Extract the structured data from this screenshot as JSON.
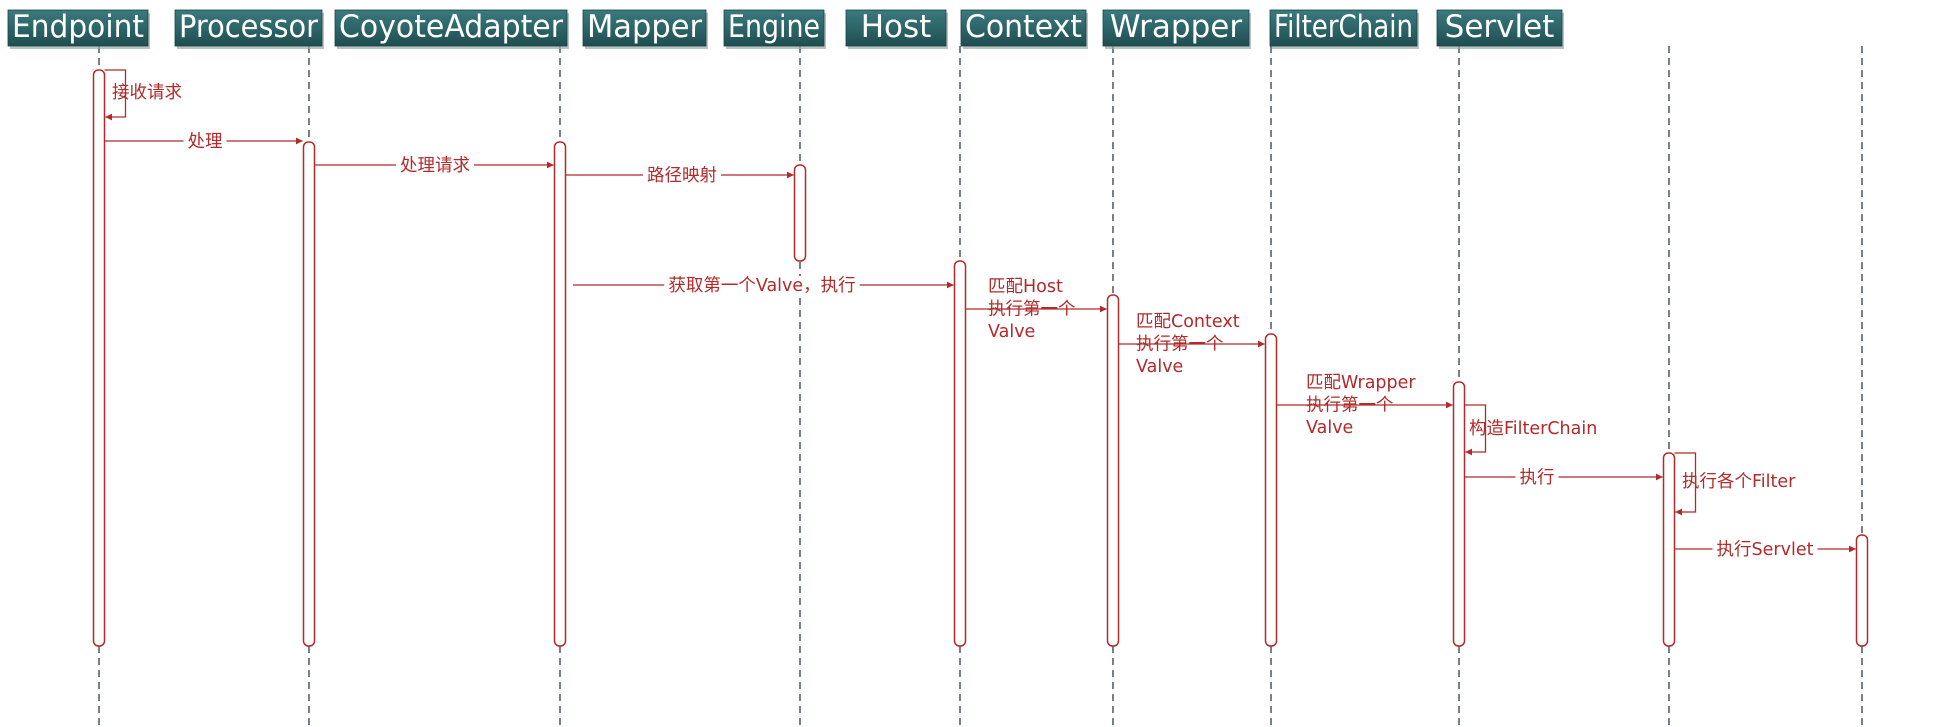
{
  "participants": [
    {
      "id": "endpoint",
      "label": "Endpoint"
    },
    {
      "id": "processor",
      "label": "Processor"
    },
    {
      "id": "coyote",
      "label": "CoyoteAdapter"
    },
    {
      "id": "mapper",
      "label": "Mapper"
    },
    {
      "id": "engine",
      "label": "Engine"
    },
    {
      "id": "host",
      "label": "Host"
    },
    {
      "id": "context",
      "label": "Context"
    },
    {
      "id": "wrapper",
      "label": "Wrapper"
    },
    {
      "id": "filterchain",
      "label": "FilterChain"
    },
    {
      "id": "servlet",
      "label": "Servlet"
    }
  ],
  "messages": [
    {
      "id": "receive",
      "from": "endpoint",
      "to": "endpoint",
      "lines": [
        "接收请求"
      ]
    },
    {
      "id": "handle",
      "from": "endpoint",
      "to": "processor",
      "lines": [
        "处理"
      ]
    },
    {
      "id": "handle-request",
      "from": "processor",
      "to": "coyote",
      "lines": [
        "处理请求"
      ]
    },
    {
      "id": "path-map",
      "from": "coyote",
      "to": "mapper",
      "lines": [
        "路径映射"
      ]
    },
    {
      "id": "first-valve",
      "from": "coyote",
      "to": "engine",
      "lines": [
        "获取第一个Valve，执行"
      ]
    },
    {
      "id": "match-host",
      "from": "engine",
      "to": "host",
      "lines": [
        "匹配Host",
        "执行第一个",
        "Valve"
      ]
    },
    {
      "id": "match-context",
      "from": "host",
      "to": "context",
      "lines": [
        "匹配Context",
        "执行第一个",
        "Valve"
      ]
    },
    {
      "id": "match-wrapper",
      "from": "context",
      "to": "wrapper",
      "lines": [
        "匹配Wrapper",
        "执行第一个",
        "Valve"
      ]
    },
    {
      "id": "build-filterchain",
      "from": "wrapper",
      "to": "wrapper",
      "lines": [
        "构造FilterChain"
      ]
    },
    {
      "id": "execute",
      "from": "wrapper",
      "to": "filterchain",
      "lines": [
        "执行"
      ]
    },
    {
      "id": "each-filter",
      "from": "filterchain",
      "to": "filterchain",
      "lines": [
        "执行各个Filter"
      ]
    },
    {
      "id": "execute-servlet",
      "from": "filterchain",
      "to": "servlet",
      "lines": [
        "执行Servlet"
      ]
    }
  ],
  "colors": {
    "header_fill": "#2c6366",
    "header_shadow": "#9aa9aa",
    "header_text": "#ffffff",
    "lifeline": "#3c4b57",
    "activation_stroke": "#b22a2a",
    "message": "#b22a2a"
  }
}
